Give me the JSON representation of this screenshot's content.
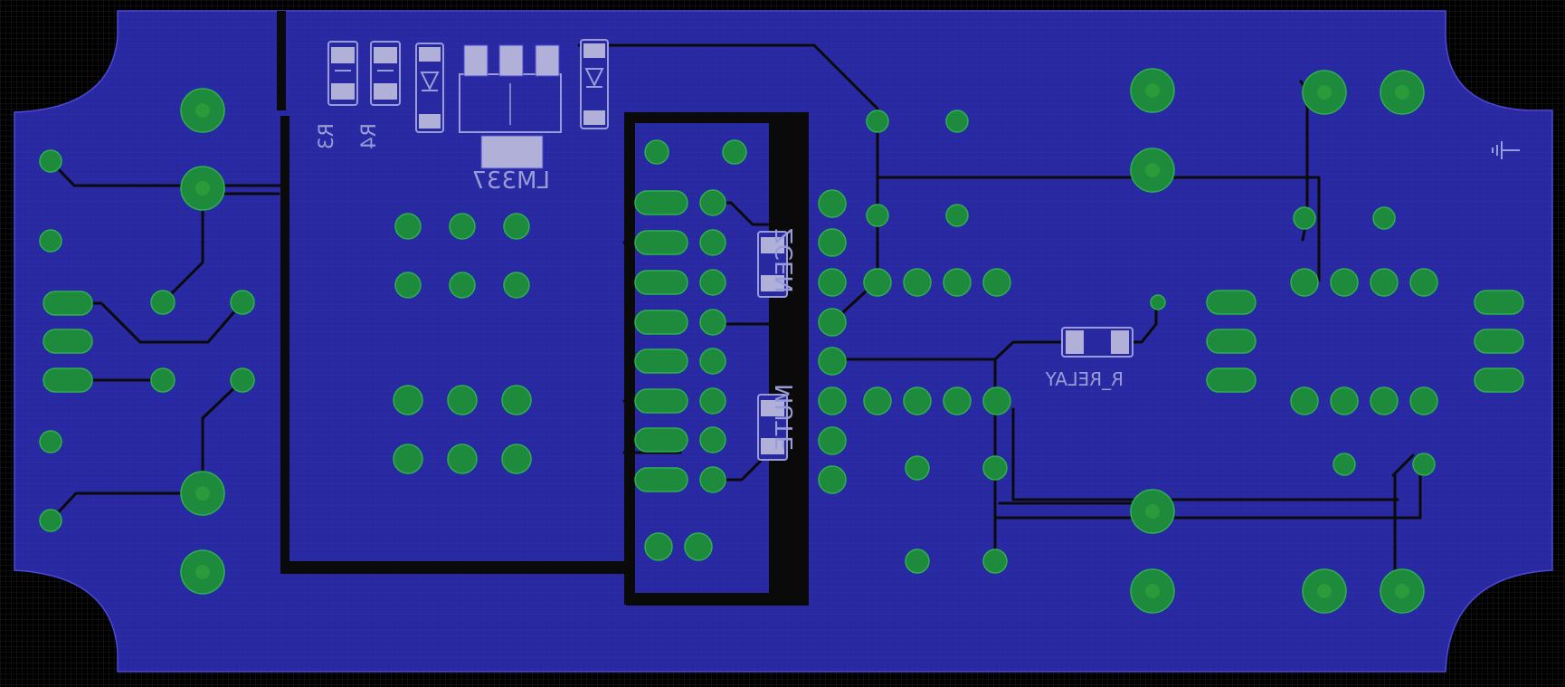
{
  "app": {
    "view": "PCB layout - bottom copper (mirrored)"
  },
  "colors": {
    "background": "#000000",
    "grid": "#1c1c1c",
    "copper": "#2828a0",
    "copper_edge": "#4a4ad6",
    "pad": "#1e8a3c",
    "pad_edge": "#2fb050",
    "drill": "#3a9a3a",
    "smd_pad": "#a8a8d0",
    "trace": "#0a0a0a",
    "silkscreen": "#9a9cd8"
  },
  "labels": {
    "r3": "R3",
    "r4": "R4",
    "lm337": "LM337",
    "zcen": "ZCEN",
    "mute": "MUTE",
    "r_relay": "R_RELAY"
  },
  "icons": {
    "ground_symbol": "ground-icon"
  }
}
